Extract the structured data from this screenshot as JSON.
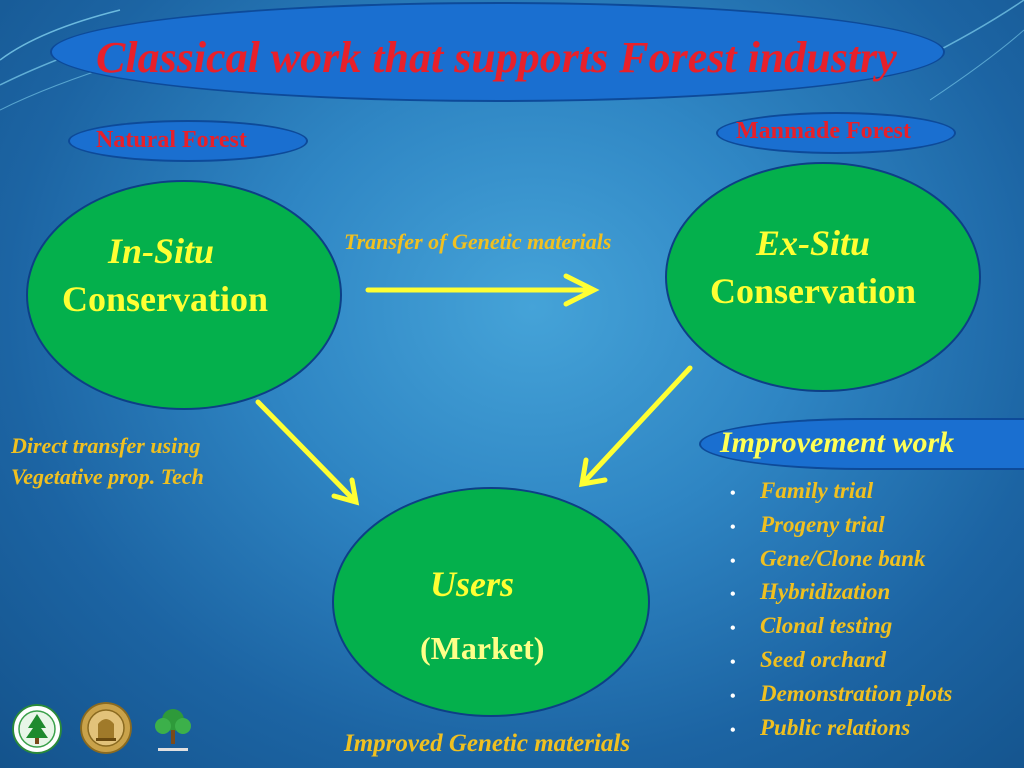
{
  "title": "Classical work that supports Forest industry",
  "labels": {
    "natural_forest": "Natural Forest",
    "manmade_forest": "Manmade Forest"
  },
  "nodes": {
    "in_situ": {
      "line1": "In-Situ",
      "line2": "Conservation"
    },
    "ex_situ": {
      "line1": "Ex-Situ",
      "line2": "Conservation"
    },
    "users": {
      "line1": "Users",
      "line2": "(Market)"
    }
  },
  "arrows": {
    "transfer_genetic": "Transfer of Genetic materials",
    "direct_transfer_line1": "Direct transfer using",
    "direct_transfer_line2": "Vegetative prop. Tech",
    "improved_genetic": "Improved Genetic materials"
  },
  "improvement": {
    "heading": "Improvement work",
    "items": [
      "Family trial",
      "Progeny trial",
      "Gene/Clone bank",
      "Hybridization",
      "Clonal testing",
      "Seed orchard",
      "Demonstration plots",
      "Public relations"
    ]
  },
  "icons": {
    "bullet": "•",
    "logos": [
      "forest-department-logo-icon",
      "state-emblem-logo-icon",
      "tree-logo-icon"
    ]
  },
  "colors": {
    "title_red": "#e8202a",
    "node_green": "#04b04c",
    "arrow_yellow": "#ffff33",
    "text_gold": "#f0c020",
    "oval_blue": "#1a6fd0"
  }
}
